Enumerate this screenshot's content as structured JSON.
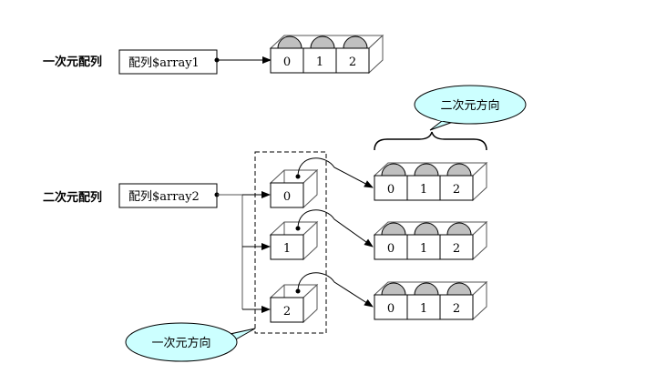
{
  "diagram": {
    "colors": {
      "callout_fill": "#ccffff",
      "ball_fill": "#c0c0c0",
      "line": "#000000",
      "box_edge": "#555555"
    },
    "one_dim": {
      "label": "一次元配列",
      "variable": "配列$array1",
      "cells": [
        "0",
        "1",
        "2"
      ]
    },
    "two_dim": {
      "label": "二次元配列",
      "variable": "配列$array2",
      "outer_cells": [
        "0",
        "1",
        "2"
      ],
      "inner_arrays": [
        {
          "cells": [
            "0",
            "1",
            "2"
          ]
        },
        {
          "cells": [
            "0",
            "1",
            "2"
          ]
        },
        {
          "cells": [
            "0",
            "1",
            "2"
          ]
        }
      ]
    },
    "callouts": {
      "second_dimension": "二次元方向",
      "first_dimension": "一次元方向"
    }
  }
}
